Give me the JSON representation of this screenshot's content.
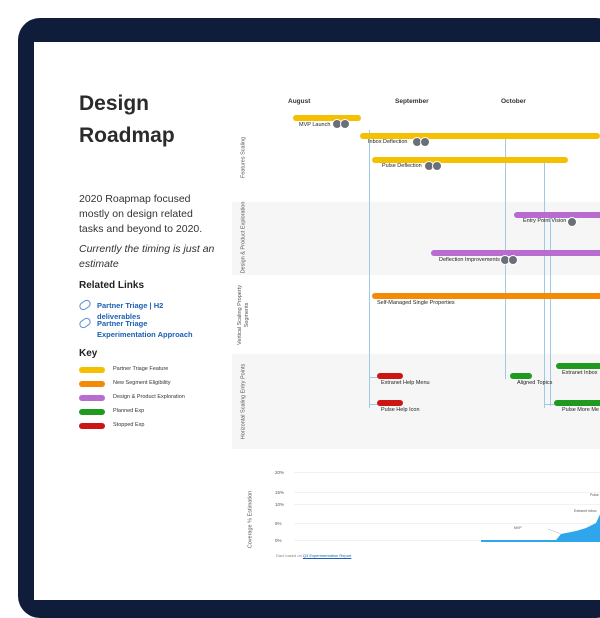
{
  "page": {
    "title_line1": "Design",
    "title_line2": "Roadmap",
    "description": "2020 Roapmap focused mostly on design related tasks and beyond to 2020.",
    "note": "Currently the timing is just an estimate"
  },
  "links": {
    "heading": "Related Links",
    "items": [
      {
        "label": "Partner Triage | H2 deliverables"
      },
      {
        "label": "Partner Triage Experimentation Approach"
      }
    ]
  },
  "key": {
    "heading": "Key",
    "items": [
      {
        "label": "Partner Triage Feature",
        "color": "#f5c000"
      },
      {
        "label": "New Segment Eligibility",
        "color": "#f58a07"
      },
      {
        "label": "Design & Product Exploration",
        "color": "#b86ccf"
      },
      {
        "label": "Planned Exp",
        "color": "#1f9a1f"
      },
      {
        "label": "Stopped Exp",
        "color": "#cc1515"
      }
    ]
  },
  "months": [
    "August",
    "September",
    "October"
  ],
  "lanes": [
    {
      "label": "Features Scaling"
    },
    {
      "label": "Design & Product Exploration"
    },
    {
      "label": "Vertical Scaling Property Segments"
    },
    {
      "label": "Horizontal Scaling Entry Points"
    },
    {
      "label": "Coverage % Estimation"
    }
  ],
  "items": {
    "mvp_launch": "MVP Launch",
    "inbox_deflection": "Inbox Deflection",
    "pulse_deflection": "Pulse Deflection",
    "entry_point_vision": "Entry Point Vision",
    "deflection_improvements": "Deflection Improvements",
    "self_managed": "Self-Managed Single Properties",
    "extranet_help_menu": "Extranet Help Menu",
    "aligned_topics": "Aligned Topics",
    "extranet_inbox": "Extranet Inbox",
    "pulse_help_icon": "Pulse Help Icon",
    "pulse_more_menu": "Pulse More Me"
  },
  "coverage": {
    "ticks": [
      "20%",
      "15%",
      "10%",
      "5%",
      "0%"
    ],
    "annotations": [
      "MVP",
      "Extranet Inbox",
      "Pulse"
    ],
    "footer_prefix": "Dani based on",
    "footer_link": "Q3 Experimentation Report"
  }
}
